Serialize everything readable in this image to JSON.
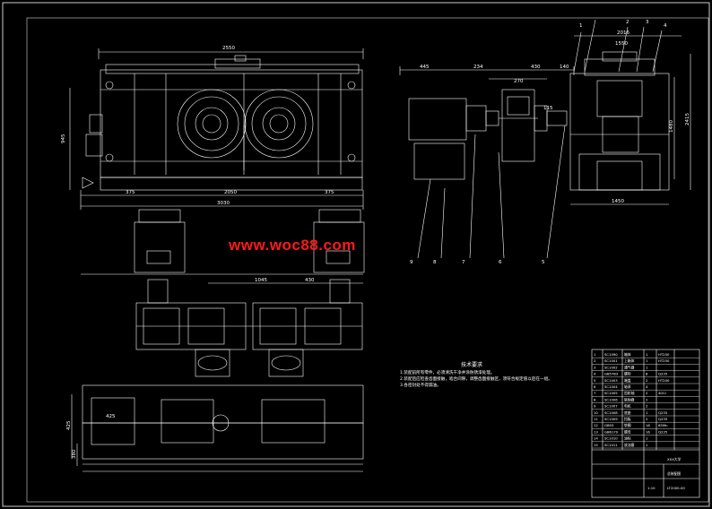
{
  "watermark": "www.woc88.com",
  "notes": {
    "title": "技术要求",
    "lines": [
      "1.装配前所有零件，必须清洗干净并涂防锈漆处理。",
      "2.装配后应检查齿面接触，啮合间隙，调整齿面接触区，须符合规定值以后在一组。",
      "3.各密封处不得漏油。"
    ]
  },
  "top_view_dims": {
    "overall_top": "2550",
    "height_left": "945",
    "bottom_left": "375",
    "bottom_mid": "2050",
    "bottom_right": "375",
    "overall_bottom": "3030"
  },
  "side_view_dims": {
    "d1": "445",
    "d2": "234",
    "d3": "430",
    "d4": "140",
    "d5": "270",
    "d6": "115"
  },
  "end_view_dims": {
    "top": "2016",
    "sub": "1550",
    "side_h": "2415",
    "inner_h": "1480",
    "base": "1450"
  },
  "plan_view_dims": {
    "top_left": "1045",
    "top_right": "430",
    "inner_box": "425",
    "height": "425",
    "depth": "380"
  },
  "leader_numbers_top": [
    "1",
    "2",
    "3",
    "4"
  ],
  "leader_numbers_bottom": [
    "9",
    "8",
    "7",
    "6",
    "5"
  ],
  "title_block": {
    "rows": [
      [
        "1",
        "SC1090",
        "箱体",
        "1",
        "HT250"
      ],
      [
        "2",
        "SC1001",
        "上箱体",
        "1",
        "HT250"
      ],
      [
        "3",
        "SC1002",
        "通气器",
        "1",
        ""
      ],
      [
        "4",
        "GB5783",
        "螺栓",
        "8",
        "Q235"
      ],
      [
        "5",
        "SC1003",
        "端盖",
        "2",
        "HT200"
      ],
      [
        "6",
        "SC1004",
        "轴承",
        "4",
        ""
      ],
      [
        "7",
        "SC1005",
        "齿轮轴",
        "2",
        "40Cr"
      ],
      [
        "8",
        "SC1006",
        "联轴器",
        "2",
        ""
      ],
      [
        "9",
        "SC1007",
        "电机",
        "2",
        ""
      ],
      [
        "10",
        "SC1008",
        "底座",
        "1",
        "Q235"
      ],
      [
        "11",
        "SC1009",
        "挡板",
        "2",
        "Q235"
      ],
      [
        "12",
        "GB93",
        "垫圈",
        "16",
        "65Mn"
      ],
      [
        "13",
        "GB6170",
        "螺母",
        "16",
        "Q235"
      ],
      [
        "14",
        "SC1010",
        "油标",
        "1",
        ""
      ],
      [
        "15",
        "SC1011",
        "放油塞",
        "1",
        ""
      ]
    ],
    "drawing_title": "总装配图",
    "drawing_no": "LT2000-00",
    "company": "XXX大学",
    "scale": "1:10"
  },
  "colors": {
    "background": "#000000",
    "lines": "#ffffff",
    "watermark": "#ff1a1a"
  }
}
